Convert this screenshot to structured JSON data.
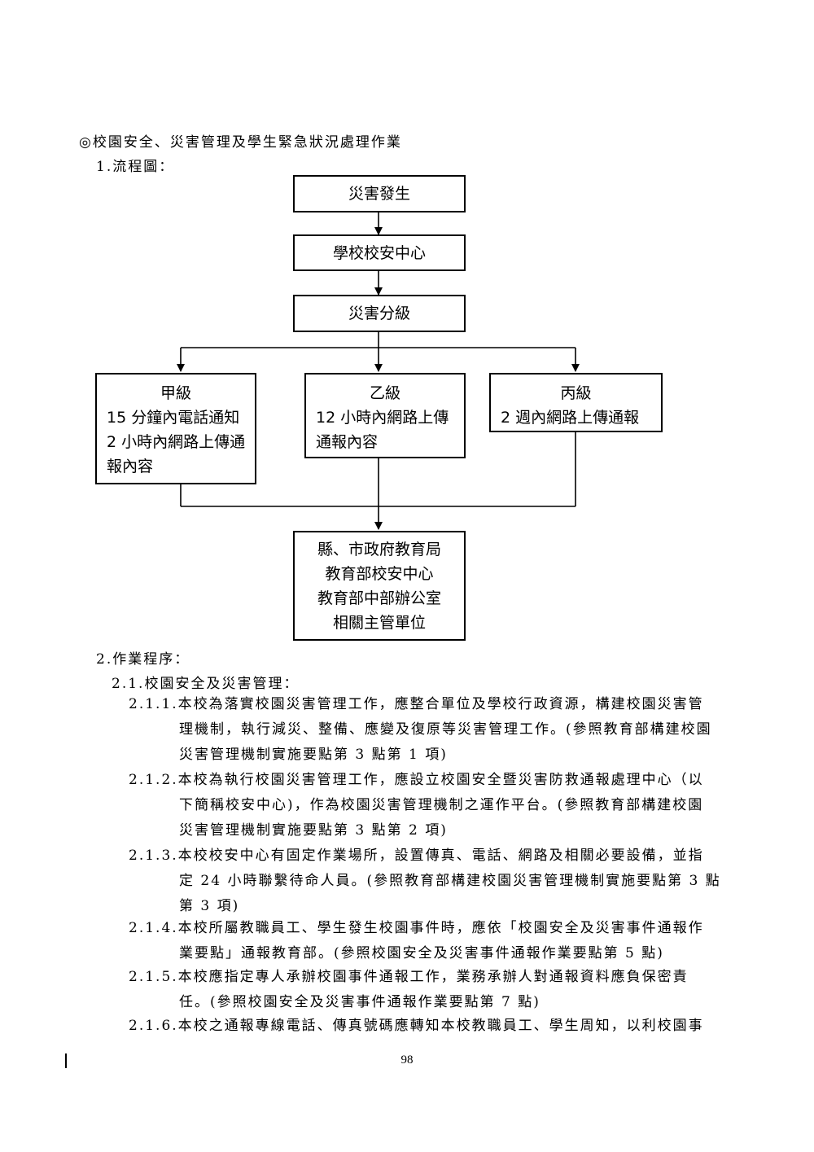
{
  "section_title": "◎校園安全、災害管理及學生緊急狀況處理作業",
  "flow_heading": "1.流程圖：",
  "flow": {
    "n1": "災害發生",
    "n2": "學校校安中心",
    "n3": "災害分級",
    "a": {
      "title": "甲級",
      "lines": [
        "15 分鐘內電話通知",
        "2 小時內網路上傳通",
        "報內容"
      ]
    },
    "b": {
      "title": "乙級",
      "lines": [
        "12 小時內網路上傳",
        "通報內容"
      ]
    },
    "c": {
      "title": "丙級",
      "lines": [
        "2 週內網路上傳通報"
      ]
    },
    "dest": [
      "縣、市政府教育局",
      "教育部校安中心",
      "教育部中部辦公室",
      "相關主管單位"
    ]
  },
  "proc_heading": "2.作業程序：",
  "sub_heading": "2.1.校園安全及災害管理：",
  "items": [
    {
      "num": "2.1.1.",
      "lines": [
        "本校為落實校園災害管理工作，應整合單位及學校行政資源，構建校園災害管",
        "理機制，執行減災、整備、應變及復原等災害管理工作。(參照教育部構建校園",
        "災害管理機制實施要點第 3 點第 1 項)"
      ]
    },
    {
      "num": "2.1.2.",
      "lines": [
        "本校為執行校園災害管理工作，應設立校園安全暨災害防救通報處理中心（以",
        "下簡稱校安中心)，作為校園災害管理機制之運作平台。(參照教育部構建校園",
        "災害管理機制實施要點第 3 點第 2 項)"
      ]
    },
    {
      "num": "2.1.3.",
      "lines": [
        "本校校安中心有固定作業場所，設置傳真、電話、網路及相關必要設備，並指",
        "定 24 小時聯繫待命人員。(參照教育部構建校園災害管理機制實施要點第 3 點",
        "第 3 項)"
      ]
    },
    {
      "num": "2.1.4.",
      "lines": [
        "本校所屬教職員工、學生發生校園事件時，應依「校園安全及災害事件通報作",
        "業要點」通報教育部。(參照校園安全及災害事件通報作業要點第 5 點)"
      ]
    },
    {
      "num": "2.1.5.",
      "lines": [
        "本校應指定專人承辦校園事件通報工作，業務承辦人對通報資料應負保密責",
        "任。(參照校園安全及災害事件通報作業要點第 7 點)"
      ]
    },
    {
      "num": "2.1.6.",
      "lines": [
        "本校之通報專線電話、傳真號碼應轉知本校教職員工、學生周知，以利校園事"
      ]
    }
  ],
  "page_number": "98"
}
